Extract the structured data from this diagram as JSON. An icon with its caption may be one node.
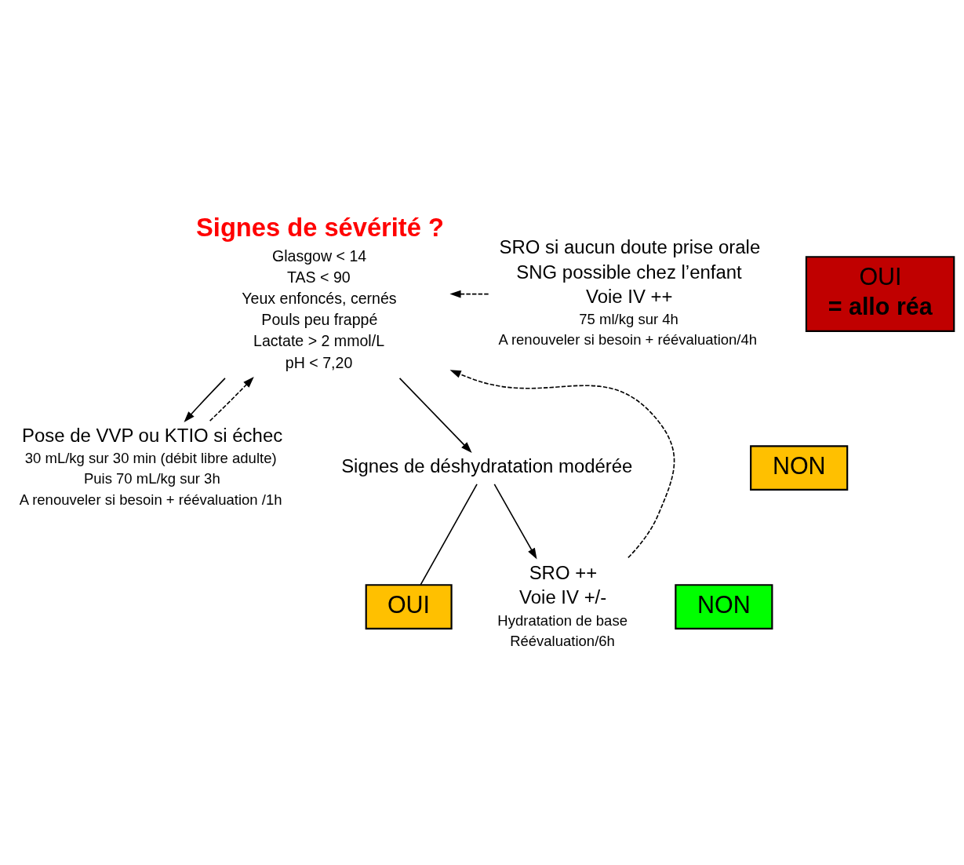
{
  "diagram": {
    "nodes": [
      {
        "text": [
          "Signes de sévérité ?",
          "Glasgow < 14",
          "TAS < 90",
          "Yeux enfoncés, cernés",
          "Pouls peu frappé",
          "Lactate > 2 mmol/L",
          "pH < 7,20"
        ]
      },
      {
        "text": [
          "OUI",
          "= allo réa"
        ]
      },
      {
        "text": [
          "NON"
        ]
      },
      {
        "text": [
          "Pose de VVP ou KTIO si échec",
          "30 mL/kg sur 30 min (débit libre adulte)",
          "Puis 70 mL/kg sur 3h",
          "A renouveler si besoin + réévaluation /1h"
        ]
      },
      {
        "text": [
          "Signes de déshydratation modérée"
        ]
      },
      {
        "text": [
          "OUI"
        ]
      },
      {
        "text": [
          "NON"
        ]
      },
      {
        "text": [
          "SRO si aucun doute prise orale",
          "SNG possible chez l’enfant",
          "Voie IV ++",
          "75 ml/kg sur 4h",
          "A renouveler si besoin + réévaluation/4h"
        ]
      },
      {
        "text": [
          "SRO ++",
          "Voie IV +/-",
          "Hydratation de base",
          "Réévaluation/6h"
        ]
      }
    ],
    "edges": [
      {
        "from": 0,
        "to": 3,
        "arrow": "to"
      },
      {
        "from": 0,
        "to": 4,
        "arrow": "to"
      },
      {
        "from": 4,
        "to": 5,
        "arrow": "none"
      },
      {
        "from": 4,
        "to": 8,
        "arrow": "to"
      },
      {
        "from": 3,
        "to": 0,
        "arrow": "to",
        "style": "dashed"
      },
      {
        "from": 7,
        "to": 0,
        "arrow": "to",
        "style": "dashed"
      },
      {
        "from": 8,
        "to": 0,
        "arrow": "to",
        "style": "dashed"
      }
    ]
  }
}
